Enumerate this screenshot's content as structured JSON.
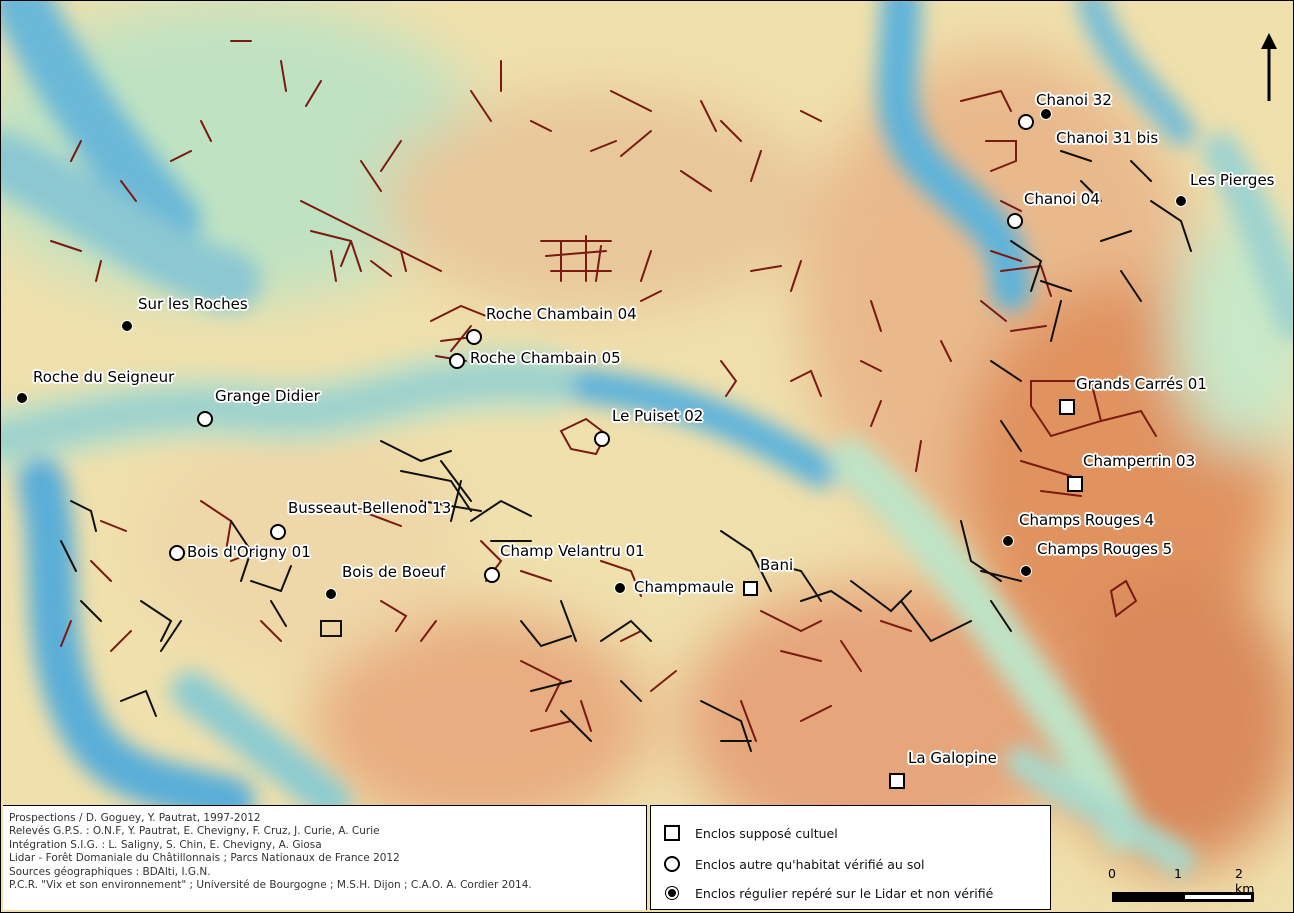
{
  "map": {
    "sites": [
      {
        "label": "Chanoi 32",
        "symbol": "dot"
      },
      {
        "label": "Chanoi 31 bis",
        "symbol": "circle"
      },
      {
        "label": "Les Pierges",
        "symbol": "dot"
      },
      {
        "label": "Chanoi 04",
        "symbol": "circle"
      },
      {
        "label": "Sur les Roches",
        "symbol": "dot"
      },
      {
        "label": "Roche Chambain 04",
        "symbol": "circle"
      },
      {
        "label": "Roche Chambain 05",
        "symbol": "circle"
      },
      {
        "label": "Roche du Seigneur",
        "symbol": "dot"
      },
      {
        "label": "Grange Didier",
        "symbol": "circle"
      },
      {
        "label": "Le Puiset 02",
        "symbol": "circle"
      },
      {
        "label": "Grands Carrés 01",
        "symbol": "square"
      },
      {
        "label": "Champerrin 03",
        "symbol": "square"
      },
      {
        "label": "Busseaut-Bellenod 13",
        "symbol": "circle"
      },
      {
        "label": "Champs Rouges 4",
        "symbol": "dot"
      },
      {
        "label": "Champs Rouges 5",
        "symbol": "dot"
      },
      {
        "label": "Bois d'Origny 01",
        "symbol": "circle"
      },
      {
        "label": "Champ Velantru 01",
        "symbol": "circle"
      },
      {
        "label": "Bois de Boeuf",
        "symbol": "dot"
      },
      {
        "label": "Champmaule",
        "symbol": "dot"
      },
      {
        "label": "Bani",
        "symbol": "square"
      },
      {
        "label": "La Galopine",
        "symbol": "square"
      }
    ]
  },
  "credits": [
    "Prospections / D. Goguey, Y. Pautrat, 1997-2012",
    "Relevés G.P.S. : O.N.F, Y. Pautrat, E. Chevigny, F. Cruz, J. Curie, A. Curie",
    "Intégration S.I.G. : L. Saligny, S. Chin, E. Chevigny, A. Giosa",
    "Lidar - Forêt Domaniale du Châtillonnais ; Parcs Nationaux de France 2012",
    "Sources géographiques : BDAlti, I.G.N.",
    "P.C.R. \"Vix et son environnement\" ; Université de Bourgogne ; M.S.H. Dijon ; C.A.O. A. Cordier 2014."
  ],
  "legend": [
    {
      "symbol": "square",
      "label": "Enclos supposé cultuel"
    },
    {
      "symbol": "circle",
      "label": "Enclos autre qu'habitat vérifié au sol"
    },
    {
      "symbol": "dot",
      "label": "Enclos régulier repéré sur le Lidar et non vérifié"
    }
  ],
  "scale": {
    "ticks": [
      "0",
      "1",
      "2 km"
    ]
  },
  "colors": {
    "valley": "#4fa8d6",
    "lowland": "#bfe3c6",
    "plateau": "#f0e2b0",
    "upland": "#e7a577",
    "lidar_red": "#7a1a12",
    "lidar_black": "#111111"
  }
}
